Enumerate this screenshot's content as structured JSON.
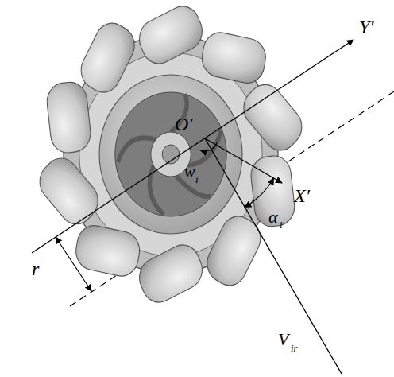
{
  "diagram": {
    "labels": [
      "Y′",
      "O′",
      "w",
      "i",
      "X′",
      "α",
      "i",
      "V",
      "ir",
      "r"
    ]
  }
}
